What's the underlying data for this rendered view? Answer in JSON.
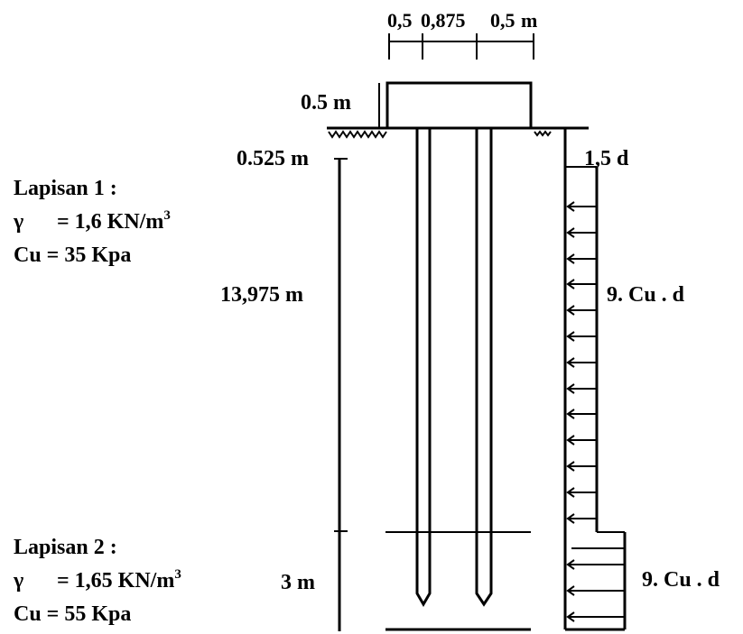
{
  "dimensions_top": {
    "segments": [
      "0,5",
      "0,875",
      "0,5"
    ],
    "unit": "m"
  },
  "cap_thickness": "0.5 m",
  "embed_depth": "0.525 m",
  "layer1_depth": "13,975 m",
  "layer2_depth": "3 m",
  "base_pressure_label": "1,5 d",
  "layer1_pressure_label": "9. Cu . d",
  "layer2_pressure_label": "9. Cu . d",
  "layer1": {
    "title": "Lapisan 1 :",
    "gamma_symbol": "γ",
    "gamma_value": "= 1,6 KN/m",
    "gamma_exp": "3",
    "cu": "Cu  = 35 Kpa"
  },
  "layer2": {
    "title": "Lapisan 2 :",
    "gamma_symbol": "γ",
    "gamma_value": "= 1,65 KN/m",
    "gamma_exp": "3",
    "cu": "Cu  = 55 Kpa"
  }
}
